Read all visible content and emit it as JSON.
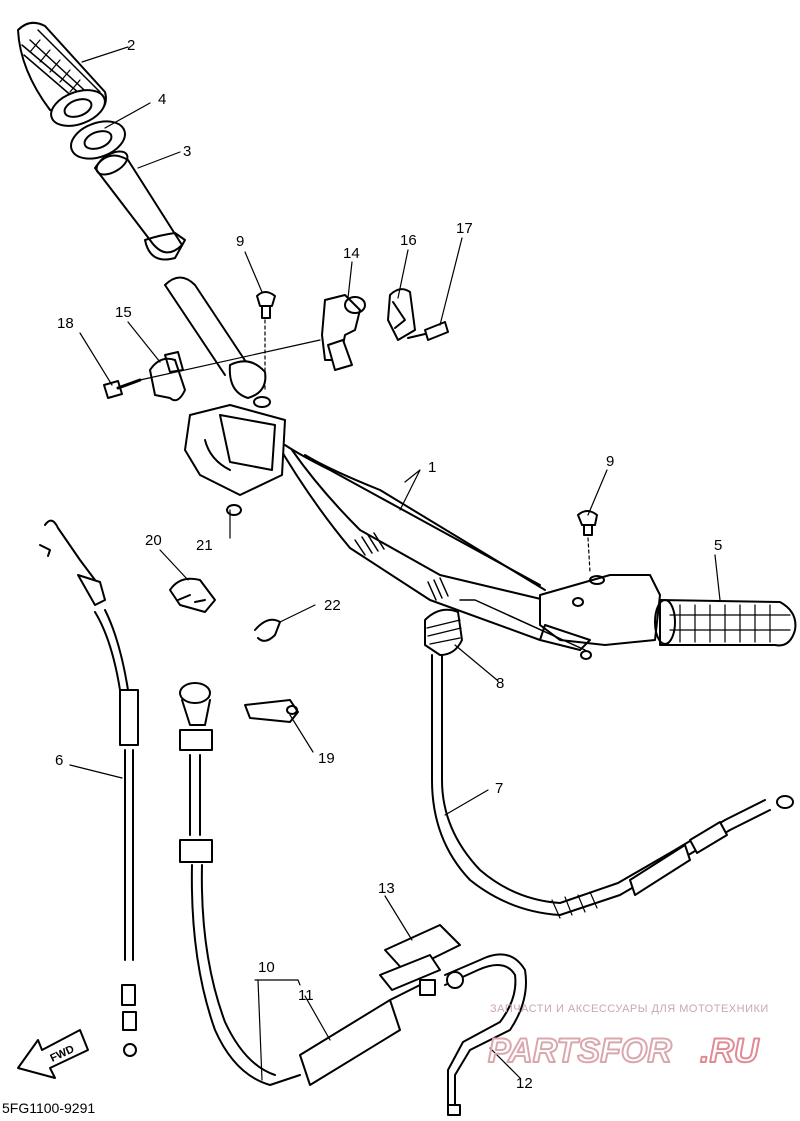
{
  "diagram": {
    "code": "5FG1100-9291",
    "fwd_label": "FWD",
    "callouts": [
      "1",
      "2",
      "3",
      "4",
      "5",
      "6",
      "7",
      "8",
      "9",
      "9",
      "10",
      "11",
      "12",
      "13",
      "14",
      "15",
      "16",
      "17",
      "18",
      "19",
      "20",
      "21",
      "22"
    ],
    "watermark": {
      "tagline": "ЗАПЧАСТИ И АКСЕССУАРЫ ДЛЯ МОТОТЕХНИКИ",
      "brand": "PARTSFOR",
      "domain": ".RU"
    }
  }
}
